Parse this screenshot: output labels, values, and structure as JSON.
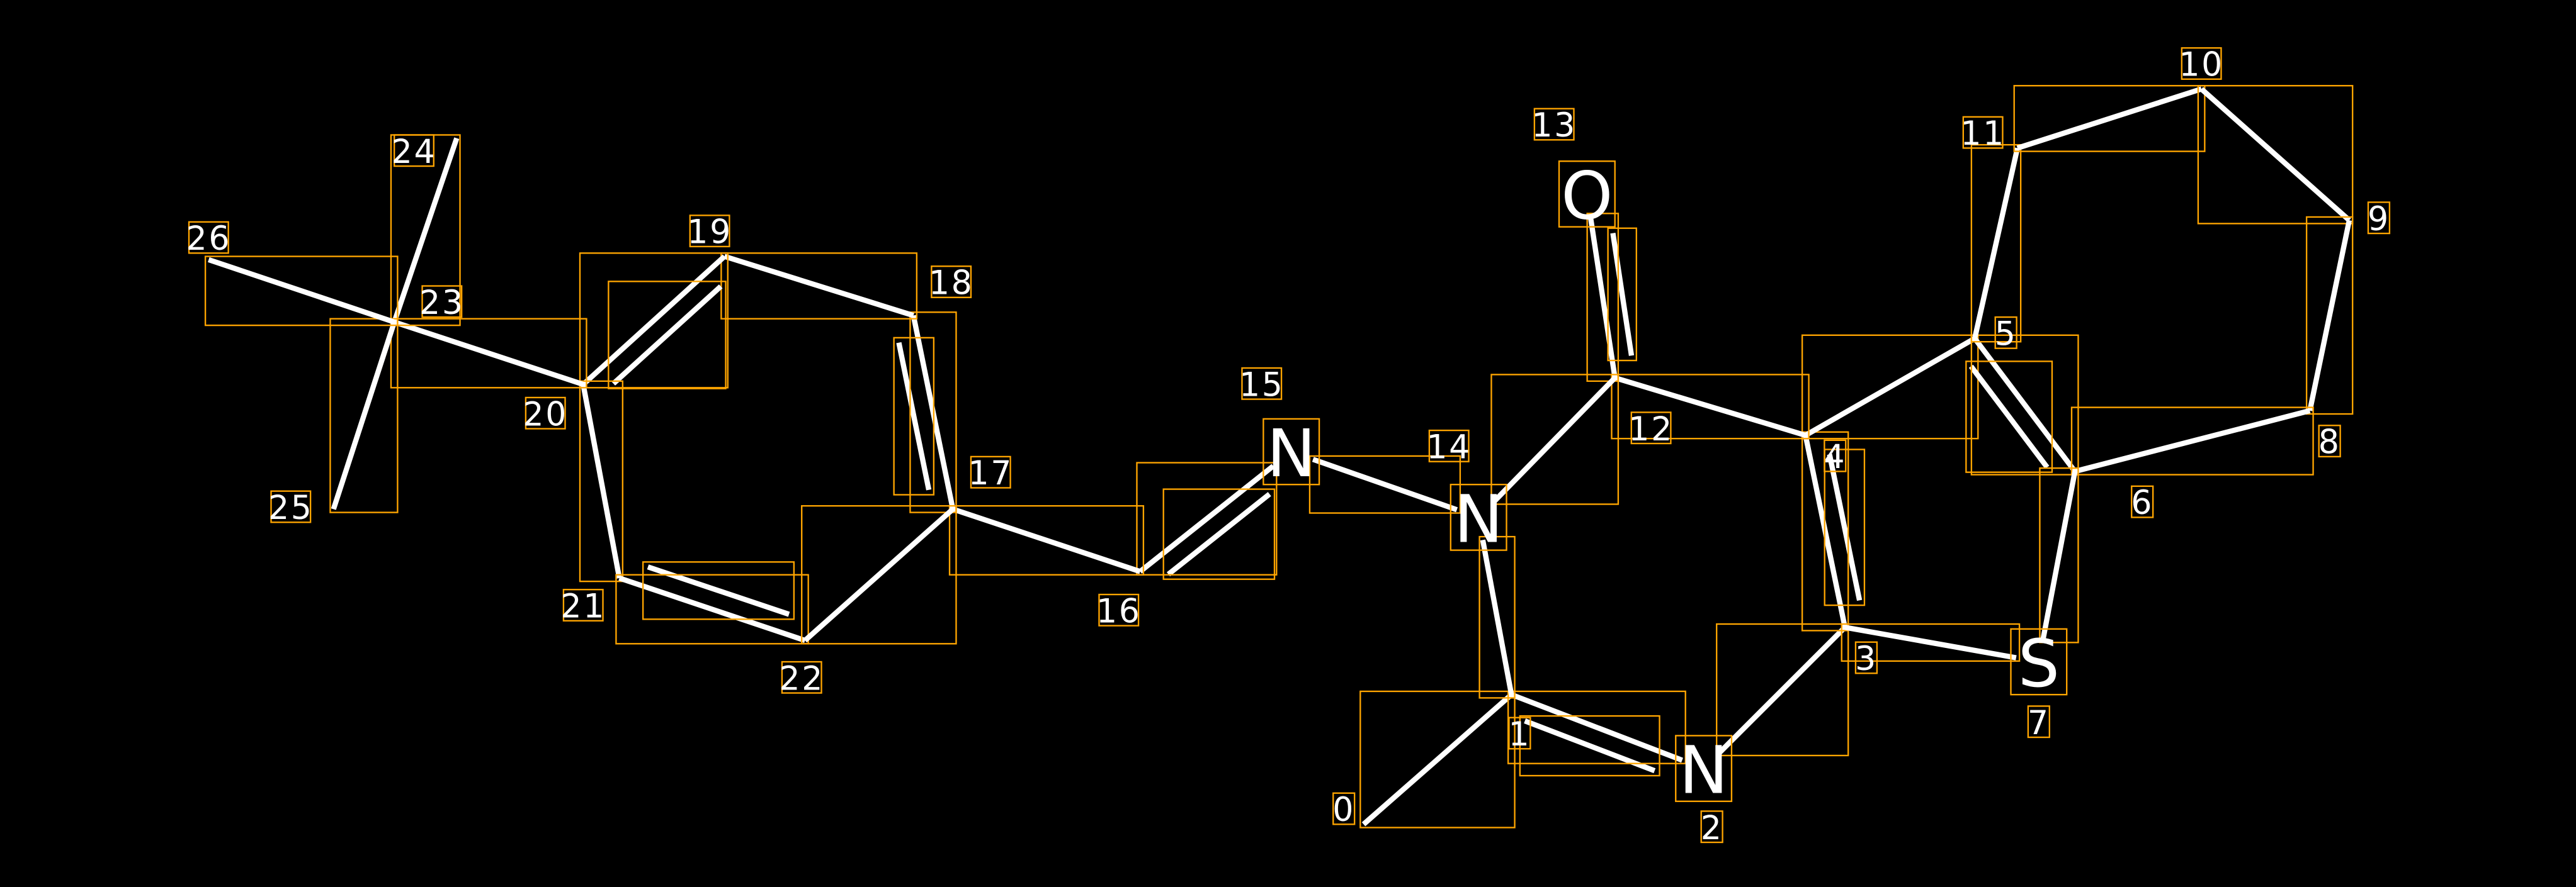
{
  "diagram": {
    "type": "molecule-graph-annotation",
    "colors": {
      "background": "#000000",
      "bond": "#FFFFFF",
      "box": "#FFA500",
      "text": "#FFFFFF"
    },
    "atoms": [
      {
        "index": "0",
        "symbol": ""
      },
      {
        "index": "1",
        "symbol": ""
      },
      {
        "index": "2",
        "symbol": "N"
      },
      {
        "index": "3",
        "symbol": ""
      },
      {
        "index": "4",
        "symbol": ""
      },
      {
        "index": "5",
        "symbol": ""
      },
      {
        "index": "6",
        "symbol": ""
      },
      {
        "index": "7",
        "symbol": "S"
      },
      {
        "index": "8",
        "symbol": ""
      },
      {
        "index": "9",
        "symbol": ""
      },
      {
        "index": "10",
        "symbol": ""
      },
      {
        "index": "11",
        "symbol": ""
      },
      {
        "index": "12",
        "symbol": ""
      },
      {
        "index": "13",
        "symbol": "O"
      },
      {
        "index": "14",
        "symbol": "N"
      },
      {
        "index": "15",
        "symbol": "N"
      },
      {
        "index": "16",
        "symbol": ""
      },
      {
        "index": "17",
        "symbol": ""
      },
      {
        "index": "18",
        "symbol": ""
      },
      {
        "index": "19",
        "symbol": ""
      },
      {
        "index": "20",
        "symbol": ""
      },
      {
        "index": "21",
        "symbol": ""
      },
      {
        "index": "22",
        "symbol": ""
      },
      {
        "index": "23",
        "symbol": ""
      },
      {
        "index": "24",
        "symbol": ""
      },
      {
        "index": "25",
        "symbol": ""
      },
      {
        "index": "26",
        "symbol": ""
      }
    ],
    "bonds": [
      [
        0,
        1,
        1
      ],
      [
        1,
        2,
        2
      ],
      [
        1,
        14,
        1
      ],
      [
        14,
        15,
        1
      ],
      [
        15,
        16,
        2
      ],
      [
        16,
        17,
        1
      ],
      [
        17,
        18,
        2
      ],
      [
        18,
        19,
        1
      ],
      [
        19,
        20,
        2
      ],
      [
        20,
        21,
        1
      ],
      [
        21,
        22,
        2
      ],
      [
        22,
        17,
        1
      ],
      [
        20,
        23,
        1
      ],
      [
        23,
        24,
        1
      ],
      [
        23,
        25,
        1
      ],
      [
        23,
        26,
        1
      ],
      [
        2,
        3,
        1
      ],
      [
        3,
        4,
        2
      ],
      [
        3,
        7,
        1
      ],
      [
        4,
        5,
        1
      ],
      [
        4,
        12,
        1
      ],
      [
        12,
        13,
        2
      ],
      [
        12,
        14,
        1
      ],
      [
        5,
        6,
        2
      ],
      [
        5,
        11,
        1
      ],
      [
        11,
        10,
        1
      ],
      [
        10,
        9,
        1
      ],
      [
        9,
        8,
        1
      ],
      [
        8,
        6,
        1
      ],
      [
        6,
        7,
        1
      ]
    ]
  }
}
